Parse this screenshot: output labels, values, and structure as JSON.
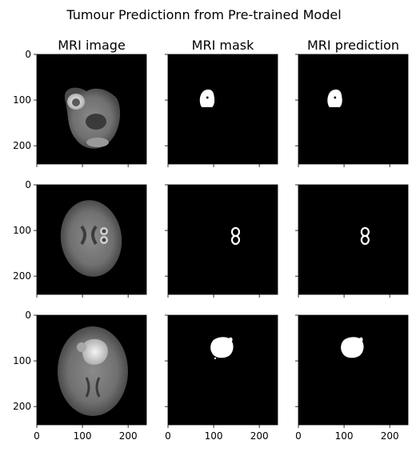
{
  "figure": {
    "title": "Tumour Predictionn from Pre-trained Model",
    "columns": [
      "MRI image",
      "MRI mask",
      "MRI prediction"
    ],
    "rows": 3,
    "image_extent": [
      0,
      240
    ],
    "yticks": [
      0,
      100,
      200
    ],
    "xticks": [
      0,
      100,
      200
    ],
    "shared_y_labels": "left column only",
    "shared_x_labels": "bottom row only"
  },
  "colors": {
    "background": "#000000",
    "mask": "#ffffff",
    "axis": "#000000"
  },
  "panels": [
    {
      "row": 0,
      "mri_slice": "posterior fossa / cerebellum level, bright lesion on left side",
      "mask_blob_center": [
        88,
        98
      ],
      "prediction_blob_center": [
        82,
        98
      ]
    },
    {
      "row": 1,
      "mri_slice": "mid-ventricular level, lesion right of midline",
      "mask_blob_center": [
        148,
        112
      ],
      "prediction_blob_center": [
        146,
        112
      ]
    },
    {
      "row": 2,
      "mri_slice": "upper level, large bright frontal lesion",
      "mask_blob_center": [
        112,
        70
      ],
      "prediction_blob_center": [
        112,
        70
      ]
    }
  ]
}
